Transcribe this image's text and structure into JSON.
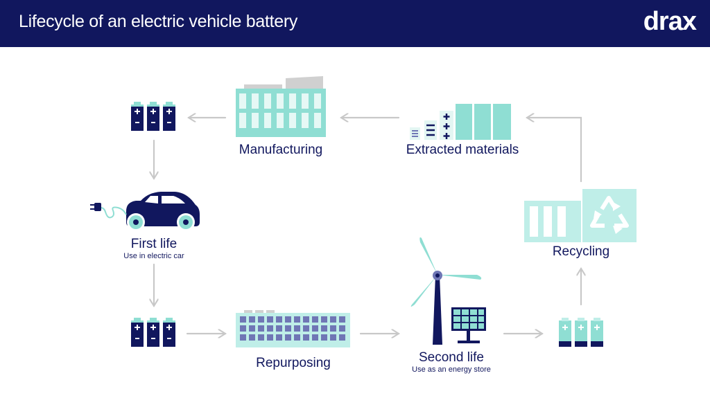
{
  "header": {
    "title": "Lifecycle of an electric vehicle battery",
    "logo": "drax"
  },
  "stages": {
    "manufacturing": {
      "label": "Manufacturing"
    },
    "extracted": {
      "label": "Extracted materials"
    },
    "first_life": {
      "label": "First life",
      "sub": "Use in electric car"
    },
    "repurposing": {
      "label": "Repurposing"
    },
    "second_life": {
      "label": "Second life",
      "sub": "Use as an energy store"
    },
    "recycling": {
      "label": "Recycling"
    }
  },
  "colors": {
    "navy": "#11175e",
    "teal": "#8fded3",
    "light_teal": "#bfeee8",
    "periwinkle": "#6f76b5",
    "arrow": "#c8c8c8"
  },
  "icons": [
    "battery-icon",
    "factory-icon",
    "materials-icon",
    "car-icon",
    "plug-icon",
    "wind-turbine-icon",
    "solar-panel-icon",
    "recycle-icon"
  ]
}
